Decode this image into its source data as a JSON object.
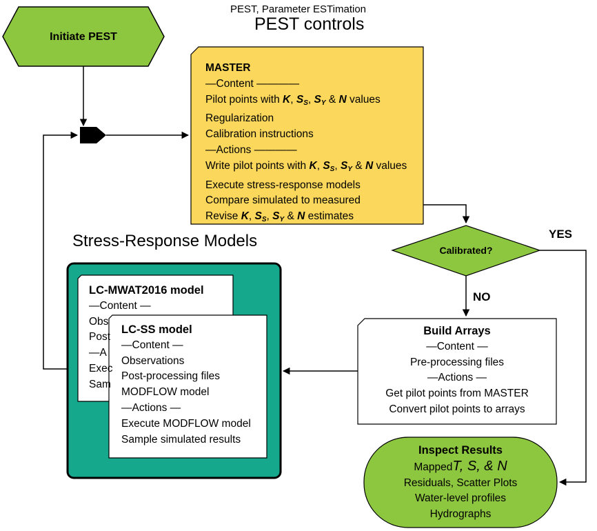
{
  "header": {
    "subtitle": "PEST, Parameter ESTimation",
    "title": "PEST controls"
  },
  "start": {
    "label": "Initiate PEST"
  },
  "master": {
    "title": "MASTER",
    "content_heading": "—Content ————",
    "pilot_points_prefix": "Pilot points with",
    "params": {
      "K": "K",
      "S": "S",
      "s_sub": "S",
      "y_sub": "Y",
      "N": "N",
      "amp": "&",
      "values": "values",
      "estimates": "estimates"
    },
    "regularization": "Regularization",
    "calibration_instructions": "Calibration instructions",
    "actions_heading": "—Actions ————",
    "write_prefix": "Write pilot points with",
    "execute": "Execute stress-response models",
    "compare": "Compare simulated to measured",
    "revise_prefix": "Revise"
  },
  "decision": {
    "label": "Calibrated?",
    "yes": "YES",
    "no": "NO"
  },
  "build_arrays": {
    "title": "Build Arrays",
    "content_heading": "—Content —",
    "preprocessing": "Pre-processing files",
    "actions_heading": "—Actions —",
    "get_pilot_points": "Get pilot points from MASTER",
    "convert": "Convert pilot points to arrays"
  },
  "stress_response": {
    "title": "Stress-Response Models",
    "mwat": {
      "title": "LC-MWAT2016 model",
      "content_heading": "—Content —",
      "line1": "Obs",
      "line2": "Post",
      "line3": "—A",
      "line4": "Exec",
      "line5": "Sam"
    },
    "lcss": {
      "title": "LC-SS model",
      "content_heading": "—Content —",
      "observations": "Observations",
      "postprocessing": "Post-processing files",
      "modflow": "MODFLOW model",
      "actions_heading": "—Actions —",
      "execute": "Execute MODFLOW model",
      "sample": "Sample simulated results"
    }
  },
  "inspect": {
    "title": "Inspect Results",
    "mapped_prefix": "Mapped",
    "mapped_symbols": "T, S, & N",
    "residuals": "Residuals, Scatter Plots",
    "profiles": "Water-level profiles",
    "hydrographs": "Hydrographs"
  },
  "colors": {
    "green": "#8dc63f",
    "yellow": "#fbd75b",
    "teal": "#15a88c",
    "outline": "#000000"
  }
}
